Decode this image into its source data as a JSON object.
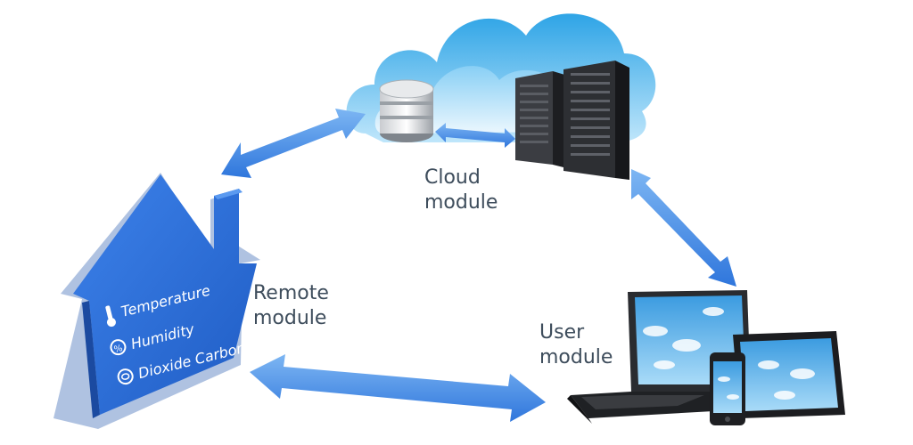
{
  "modules": {
    "cloud": {
      "line1": "Cloud",
      "line2": "module"
    },
    "remote": {
      "line1": "Remote",
      "line2": "module"
    },
    "user": {
      "line1": "User",
      "line2": "module"
    }
  },
  "house_sensors": {
    "temperature": "Temperature",
    "humidity": "Humidity",
    "co2": "Dioxide Carbon"
  },
  "colors": {
    "house_blue": "#2f6fd8",
    "arrow_blue": "#3f86e6",
    "cloud_blue": "#5cb8ec",
    "server_dark": "#2a2b2e",
    "label_text": "#3e4d5c"
  }
}
